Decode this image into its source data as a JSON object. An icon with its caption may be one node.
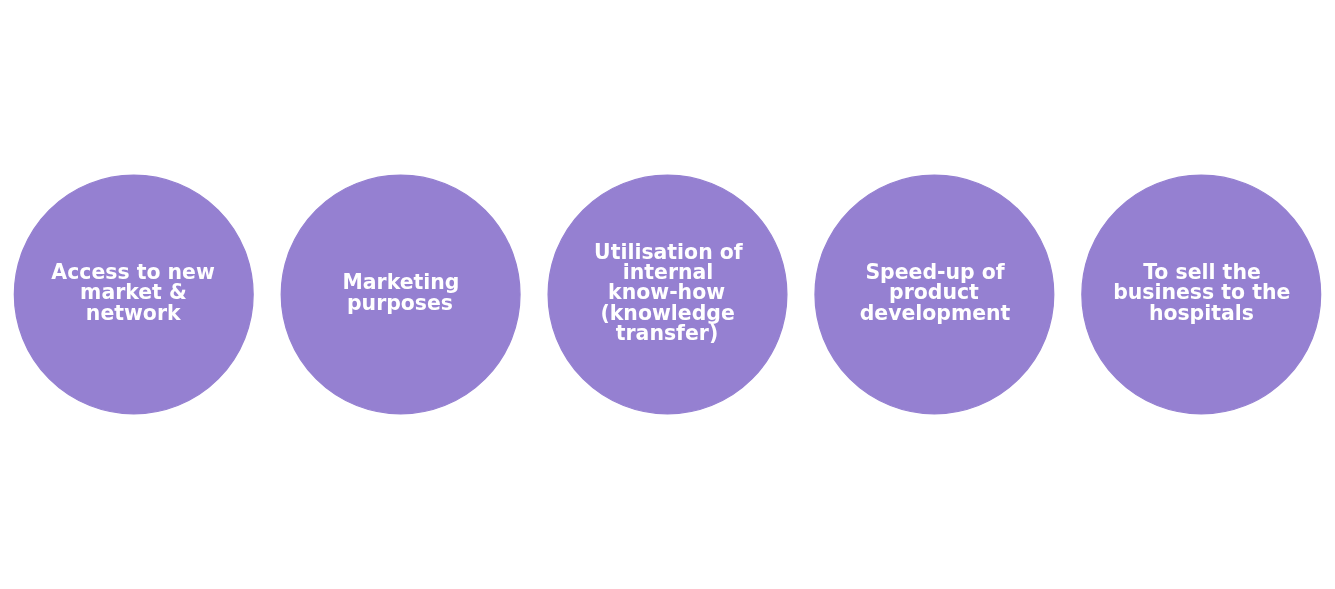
{
  "diagram": {
    "nodes": [
      {
        "text": [
          "Access to new market & network"
        ]
      },
      {
        "text": [
          "Utilisation of internal know-how (knowledge transfer)"
        ]
      },
      {
        "text": [
          "To sell the business to the hospitals"
        ]
      },
      {
        "text": [
          "Marketing purposes"
        ]
      },
      {
        "text": [
          "Speed-up of product development"
        ]
      }
    ],
    "edges": []
  }
}
